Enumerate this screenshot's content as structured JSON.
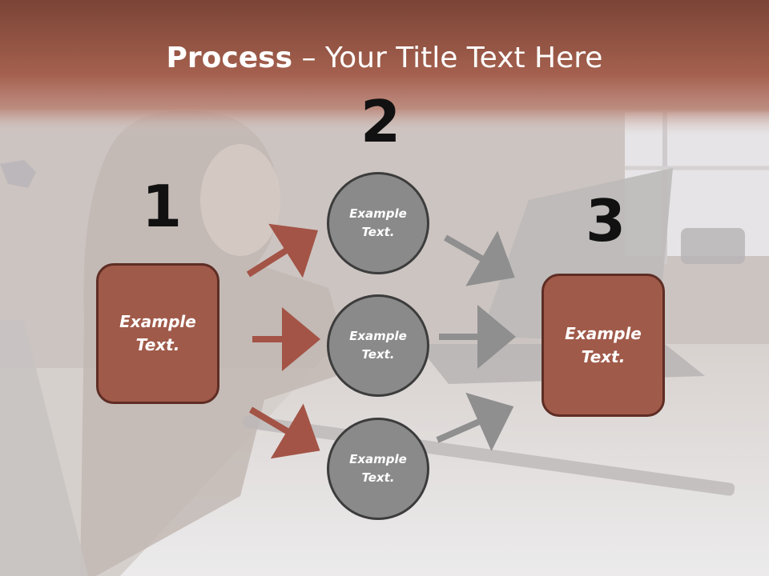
{
  "title": {
    "bold": "Process",
    "rest": " – Your Title Text Here"
  },
  "steps": [
    {
      "number": "1",
      "line1": "Example",
      "line2": "Text."
    },
    {
      "number": "2"
    },
    {
      "number": "3",
      "line1": "Example",
      "line2": "Text."
    }
  ],
  "circles": [
    {
      "line1": "Example",
      "line2": "Text."
    },
    {
      "line1": "Example",
      "line2": "Text."
    },
    {
      "line1": "Example",
      "line2": "Text."
    }
  ],
  "colors": {
    "banner": "#9e5a48",
    "box_fill": "#a05a4a",
    "box_border": "#5e2d24",
    "circle_fill": "#8a8a8a",
    "circle_border": "#3c3c3c",
    "arrow_red": "#a35446",
    "arrow_gray": "#8f8f8f"
  }
}
